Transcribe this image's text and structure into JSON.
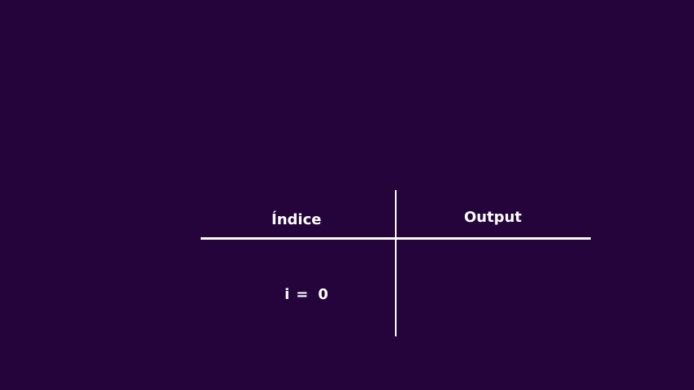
{
  "colors": {
    "background": "#24043a",
    "foreground": "#ffffff"
  },
  "table": {
    "headers": {
      "index": "Índice",
      "output": "Output"
    },
    "rows": [
      {
        "variable": "i",
        "equals": "=",
        "value": "0",
        "output": ""
      }
    ]
  }
}
